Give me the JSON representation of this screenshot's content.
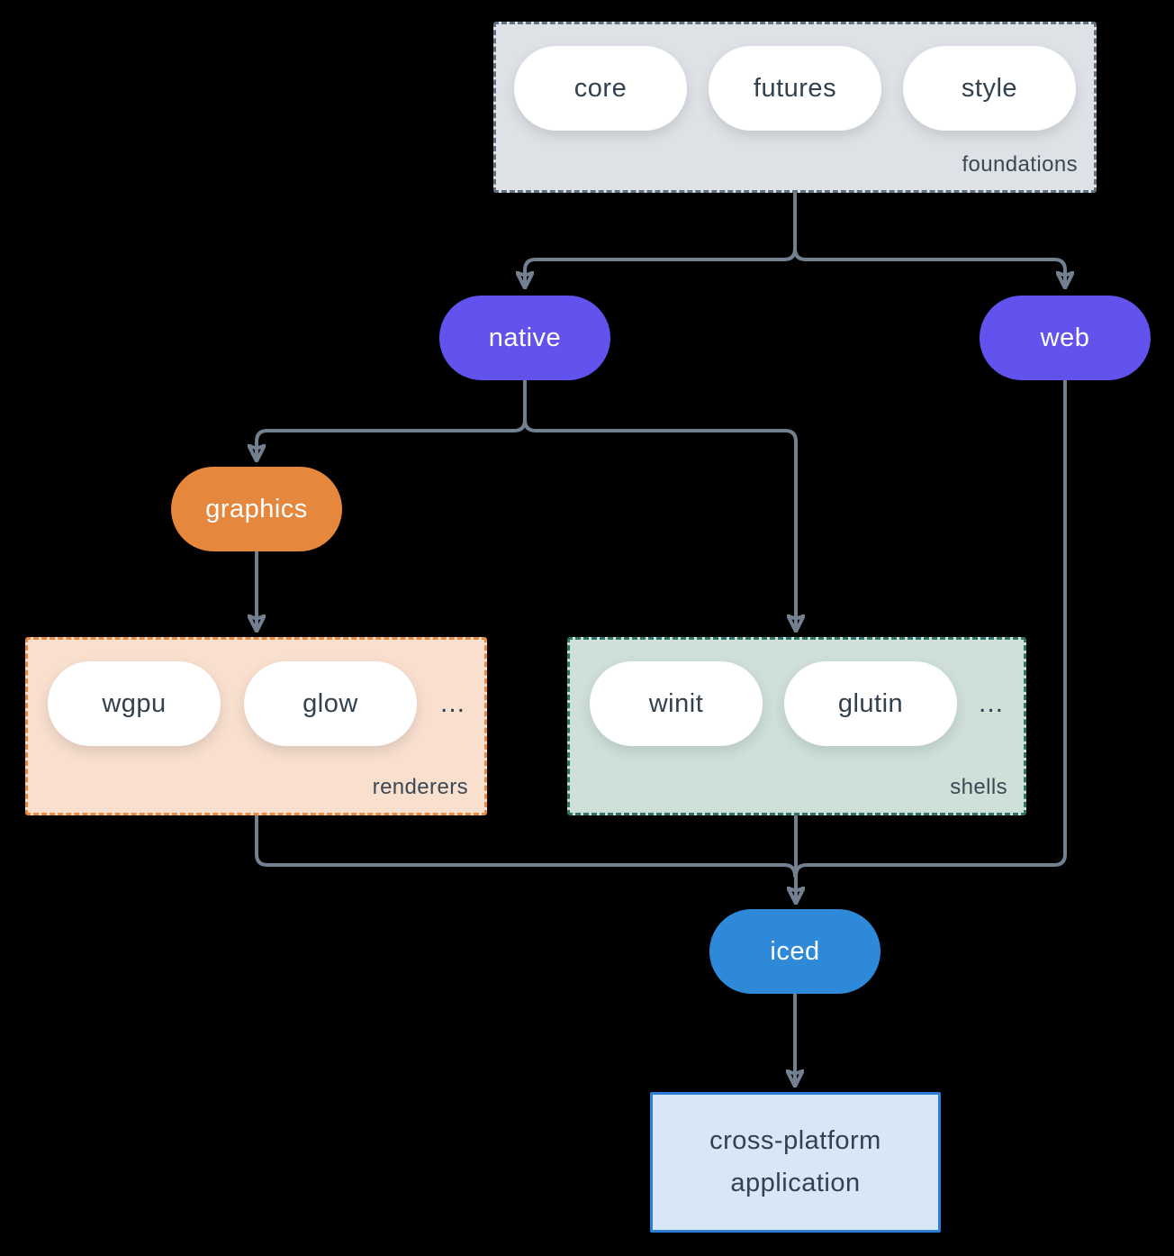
{
  "groups": {
    "foundations": {
      "label": "foundations",
      "pills": [
        "core",
        "futures",
        "style"
      ]
    },
    "renderers": {
      "label": "renderers",
      "pills": [
        "wgpu",
        "glow"
      ],
      "ellipsis": "..."
    },
    "shells": {
      "label": "shells",
      "pills": [
        "winit",
        "glutin"
      ],
      "ellipsis": "..."
    }
  },
  "nodes": {
    "native": {
      "label": "native"
    },
    "web": {
      "label": "web"
    },
    "graphics": {
      "label": "graphics"
    },
    "iced": {
      "label": "iced"
    },
    "application": {
      "label": "cross-platform application"
    }
  },
  "colors": {
    "background": "#000000",
    "arrow": "#72808f",
    "node_purple": "#6353ee",
    "node_orange": "#e6873e",
    "node_blue": "#2e89d8",
    "foundations_fill": "#dee2e6",
    "foundations_border": "#62717f",
    "renderers_fill": "#f9dfce",
    "renderers_border": "#e98a3f",
    "shells_fill": "#cfe0d8",
    "shells_border": "#2f7466",
    "application_fill": "#d8e7f8",
    "application_border": "#2d7fd6",
    "pill_fill": "#ffffff",
    "text_dark": "#32414f",
    "text_light": "#ffffff"
  }
}
